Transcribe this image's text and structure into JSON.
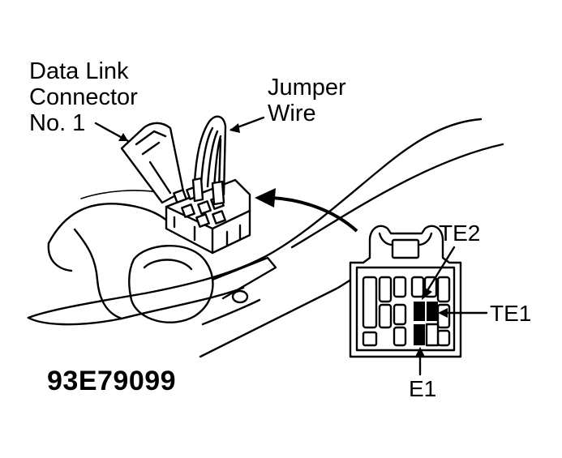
{
  "labels": {
    "dlc_line1": "Data Link",
    "dlc_line2": "Connector",
    "dlc_line3": "No. 1",
    "jumper_line1": "Jumper",
    "jumper_line2": "Wire",
    "te2": "TE2",
    "te1": "TE1",
    "e1": "E1",
    "figure_code": "93E79099"
  },
  "colors": {
    "ink": "#000000",
    "paper": "#ffffff"
  }
}
